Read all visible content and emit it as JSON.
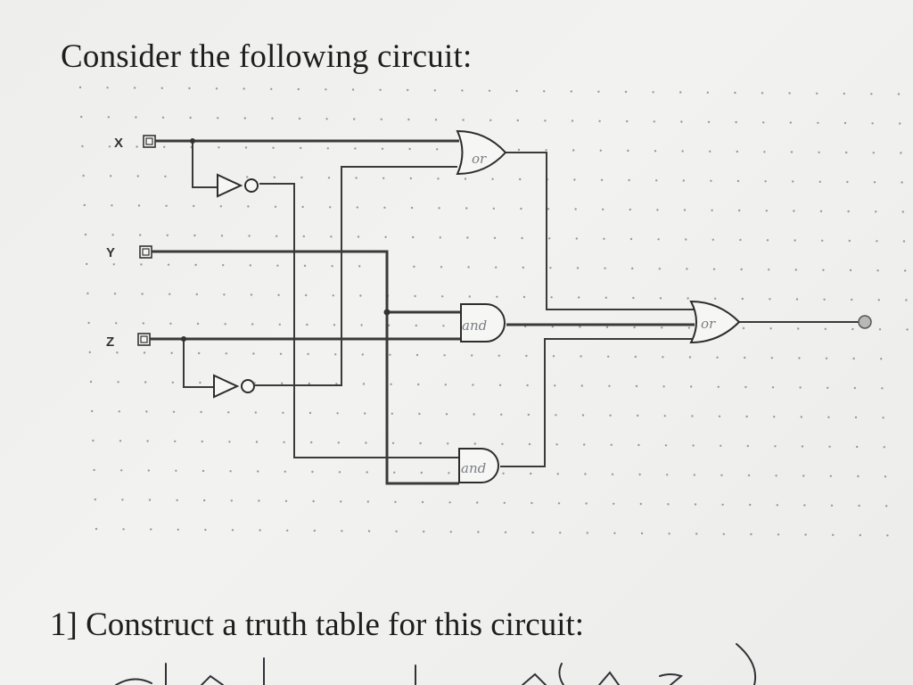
{
  "heading": "Consider the following circuit:",
  "question": "1] Construct a truth table for this circuit:",
  "circuit": {
    "inputs": [
      "X",
      "Y",
      "Z"
    ],
    "gate_labels": {
      "or_top": "or",
      "and_middle": "and",
      "and_bottom": "and",
      "or_output": "or"
    }
  }
}
